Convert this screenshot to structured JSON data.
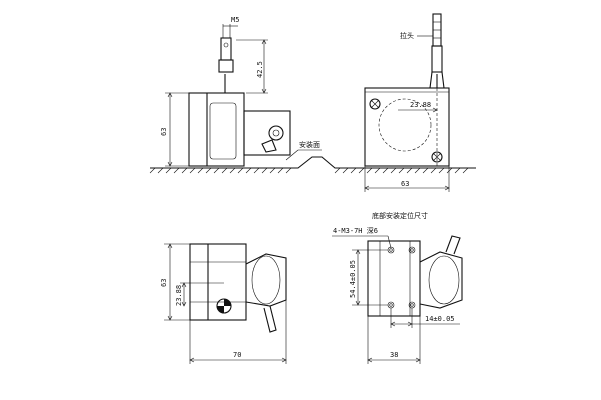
{
  "labels": {
    "m5": "M5",
    "pull_head": "拉头",
    "dim_42_5": "42.5",
    "dim_23_88_top": "23.88",
    "dim_63_front": "63",
    "mounting_surface": "安装面",
    "dim_63_bottom": "63",
    "bottom_mounting_title": "底部安装定位尺寸",
    "hole_callout": "4-M3-7H 深6",
    "dim_63_left": "63",
    "dim_23_88_left": "23.88",
    "dim_54_4": "54.4±0.05",
    "dim_70": "70",
    "dim_38": "38",
    "dim_14": "14±0.05"
  }
}
